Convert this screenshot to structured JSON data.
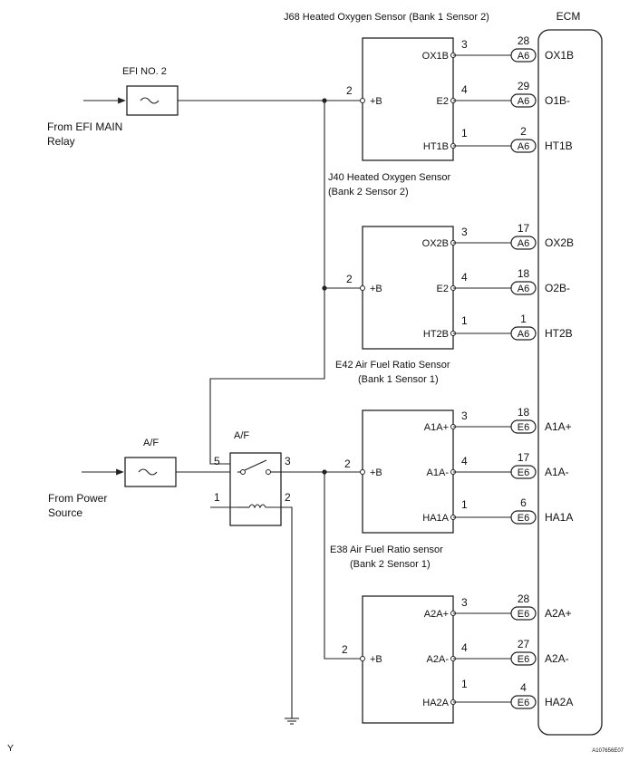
{
  "labels": {
    "j68_title": "J68  Heated Oxygen Sensor (Bank 1 Sensor 2)",
    "ecm": "ECM",
    "efi_no2": "EFI NO. 2",
    "from_efi_main_1": "From EFI MAIN",
    "from_efi_main_2": "Relay",
    "j40_title_1": "J40  Heated Oxygen Sensor",
    "j40_title_2": "(Bank 2 Sensor 2)",
    "e42_title_1": "E42 Air Fuel Ratio Sensor",
    "e42_title_2": "(Bank 1 Sensor 1)",
    "e38_title_1": "E38 Air Fuel Ratio sensor",
    "e38_title_2": "(Bank 2 Sensor 1)",
    "af_fuse": "A/F",
    "af_relay": "A/F",
    "from_power_1": "From Power",
    "from_power_2": "Source",
    "corner_left": "Y",
    "corner_right": "A107656E07"
  },
  "sensor_j68": {
    "pin_b": "2",
    "b": "+B",
    "p1": "3",
    "l1": "OX1B",
    "p2": "4",
    "l2": "E2",
    "p3": "1",
    "l3": "HT1B"
  },
  "sensor_j40": {
    "pin_b": "2",
    "b": "+B",
    "p1": "3",
    "l1": "OX2B",
    "p2": "4",
    "l2": "E2",
    "p3": "1",
    "l3": "HT2B"
  },
  "sensor_e42": {
    "pin_b": "2",
    "b": "+B",
    "p1": "3",
    "l1": "A1A+",
    "p2": "4",
    "l2": "A1A-",
    "p3": "1",
    "l3": "HA1A"
  },
  "sensor_e38": {
    "pin_b": "2",
    "b": "+B",
    "p1": "3",
    "l1": "A2A+",
    "p2": "4",
    "l2": "A2A-",
    "p3": "1",
    "l3": "HA2A"
  },
  "ecm_pins": [
    {
      "num": "28",
      "conn": "A6",
      "label": "OX1B"
    },
    {
      "num": "29",
      "conn": "A6",
      "label": "O1B-"
    },
    {
      "num": "2",
      "conn": "A6",
      "label": "HT1B"
    },
    {
      "num": "17",
      "conn": "A6",
      "label": "OX2B"
    },
    {
      "num": "18",
      "conn": "A6",
      "label": "O2B-"
    },
    {
      "num": "1",
      "conn": "A6",
      "label": "HT2B"
    },
    {
      "num": "18",
      "conn": "E6",
      "label": "A1A+"
    },
    {
      "num": "17",
      "conn": "E6",
      "label": "A1A-"
    },
    {
      "num": "6",
      "conn": "E6",
      "label": "HA1A"
    },
    {
      "num": "28",
      "conn": "E6",
      "label": "A2A+"
    },
    {
      "num": "27",
      "conn": "E6",
      "label": "A2A-"
    },
    {
      "num": "4",
      "conn": "E6",
      "label": "HA2A"
    }
  ],
  "relay_pins": {
    "p5": "5",
    "p3": "3",
    "p1": "1",
    "p2": "2"
  }
}
